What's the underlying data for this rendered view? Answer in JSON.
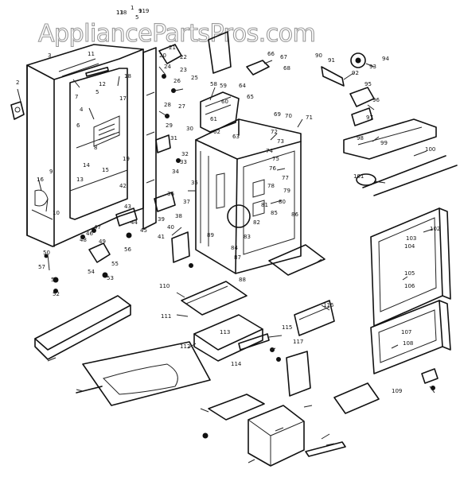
{
  "watermark": "AppliancePartsPros.com",
  "callouts": [
    "13",
    "9",
    "5",
    "1",
    "2",
    "3",
    "4",
    "5",
    "6",
    "7",
    "8",
    "9",
    "10",
    "11",
    "12",
    "13",
    "14",
    "15",
    "16",
    "17",
    "18",
    "19",
    "20",
    "21",
    "22",
    "23",
    "24",
    "25",
    "26",
    "27",
    "28",
    "29",
    "30",
    "31",
    "32",
    "33",
    "34",
    "35",
    "36",
    "37",
    "38",
    "39",
    "40",
    "41",
    "42",
    "43",
    "44",
    "45",
    "46",
    "47",
    "48",
    "49",
    "50",
    "51",
    "52",
    "53",
    "54",
    "55",
    "56",
    "57",
    "58",
    "59",
    "60",
    "61",
    "62",
    "63",
    "64",
    "65",
    "66",
    "67",
    "68",
    "69",
    "70",
    "71",
    "72",
    "73",
    "74",
    "75",
    "76",
    "77",
    "78",
    "79",
    "80",
    "81",
    "82",
    "83",
    "84",
    "85",
    "86",
    "87",
    "88",
    "89",
    "90",
    "91",
    "92",
    "93",
    "94",
    "95",
    "96",
    "97",
    "98",
    "99",
    "100",
    "101",
    "102",
    "103",
    "104",
    "105",
    "106",
    "107",
    "108",
    "109",
    "110",
    "111",
    "112",
    "113",
    "114",
    "115",
    "116",
    "117",
    "118",
    "119"
  ]
}
